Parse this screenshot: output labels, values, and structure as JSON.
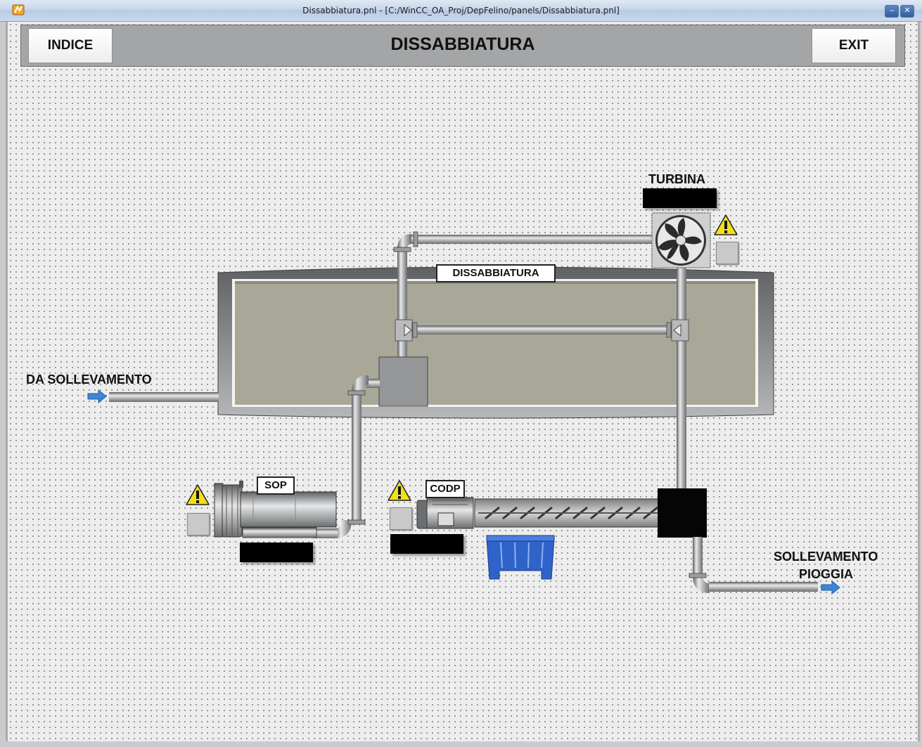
{
  "window": {
    "title": "Dissabbiatura.pnl - [C:/WinCC_OA_Proj/DepFelino/panels/Dissabbiatura.pnl]",
    "minimize_glyph": "–",
    "close_glyph": "✕"
  },
  "header": {
    "left_button": "INDICE",
    "title": "DISSABBIATURA",
    "right_button": "EXIT"
  },
  "process": {
    "tank_label": "DISSABBIATURA",
    "inlet_label": "DA SOLLEVAMENTO",
    "outlet_label_line1": "SOLLEVAMENTO",
    "outlet_label_line2": "PIOGGIA",
    "turbina_label": "TURBINA",
    "sop_label": "SOP",
    "codp_label": "CODP"
  },
  "colors": {
    "tank_fill": "#a9a797",
    "pipe": "#8e9092",
    "flow_arrow": "#3f86d6",
    "warning": "#f1e016",
    "bin": "#2f63c9"
  }
}
